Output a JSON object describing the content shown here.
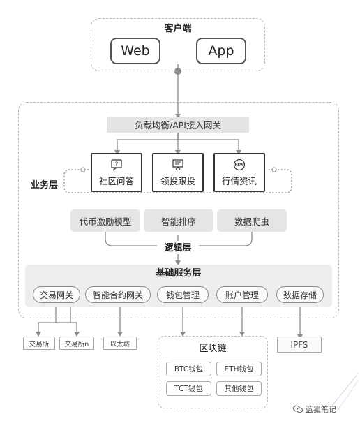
{
  "client": {
    "title": "客户端",
    "web": "Web",
    "app": "App"
  },
  "gateway": {
    "label": "负载均衡/API接入网关"
  },
  "business": {
    "layer_label": "业务层",
    "items": [
      {
        "label": "社区问答",
        "icon": "question-bubble-icon"
      },
      {
        "label": "领投跟投",
        "icon": "chart-board-icon"
      },
      {
        "label": "行情资讯",
        "icon": "new-badge-icon"
      }
    ]
  },
  "logic": {
    "layer_label": "逻辑层",
    "items": [
      "代币激励模型",
      "智能排序",
      "数据爬虫"
    ]
  },
  "base": {
    "title": "基础服务层",
    "items": [
      "交易网关",
      "智能合约网关",
      "钱包管理",
      "账户管理",
      "数据存储"
    ]
  },
  "external": {
    "exchange1": "交易所",
    "exchange_n": "交易所n",
    "ethereum": "以太坊",
    "ipfs": "IPFS"
  },
  "blockchain": {
    "title": "区块链",
    "wallets": [
      "BTC钱包",
      "ETH钱包",
      "TCT钱包",
      "其他钱包"
    ]
  },
  "watermark": {
    "text": "蓝狐笔记"
  }
}
